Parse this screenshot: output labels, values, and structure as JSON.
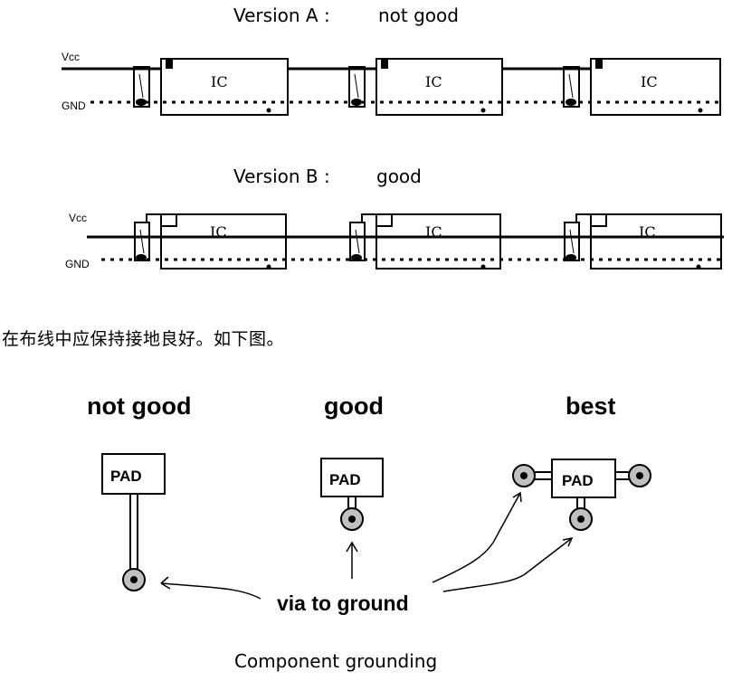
{
  "version_a": {
    "title": "Version A :",
    "verdict": "not good",
    "vcc": "Vcc",
    "gnd": "GND",
    "ic_label": "IC"
  },
  "version_b": {
    "title": "Version B :",
    "verdict": "good",
    "vcc": "Vcc",
    "gnd": "GND",
    "ic_label": "IC"
  },
  "instruction": "在布线中应保持接地良好。如下图。",
  "grounding": {
    "col_not_good": "not good",
    "col_good": "good",
    "col_best": "best",
    "pad_label": "PAD",
    "via_label": "via to ground",
    "caption": "Component grounding"
  }
}
